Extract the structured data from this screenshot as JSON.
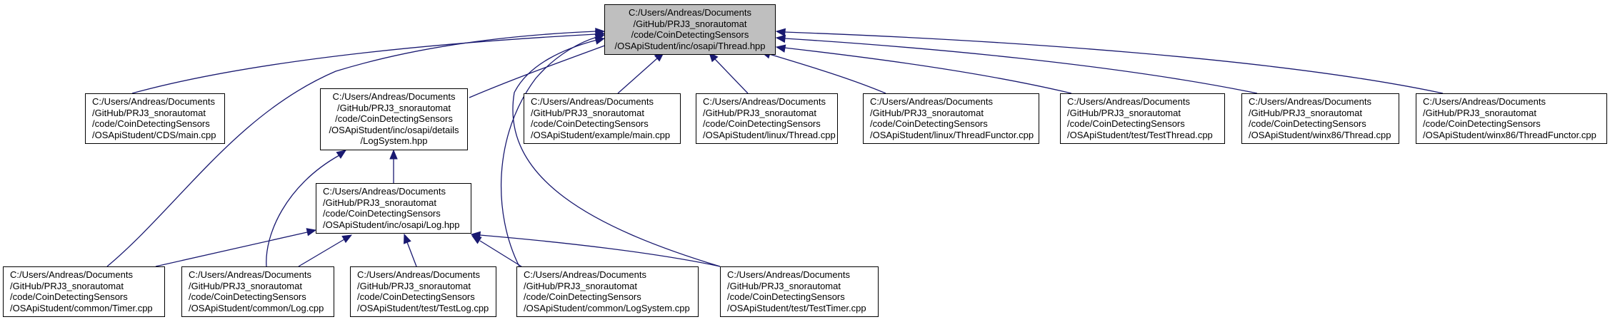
{
  "diagram": {
    "edge_color": "#191970",
    "root_fill": "#bfbfbf",
    "nodes": {
      "thread_hpp": [
        "C:/Users/Andreas/Documents",
        "/GitHub/PRJ3_snorautomat",
        "/code/CoinDetectingSensors",
        "/OSApiStudent/inc/osapi/Thread.hpp"
      ],
      "cds_main": [
        "C:/Users/Andreas/Documents",
        "/GitHub/PRJ3_snorautomat",
        "/code/CoinDetectingSensors",
        "/OSApiStudent/CDS/main.cpp"
      ],
      "logsystem_hpp": [
        "C:/Users/Andreas/Documents",
        "/GitHub/PRJ3_snorautomat",
        "/code/CoinDetectingSensors",
        "/OSApiStudent/inc/osapi/details",
        "/LogSystem.hpp"
      ],
      "example_main": [
        "C:/Users/Andreas/Documents",
        "/GitHub/PRJ3_snorautomat",
        "/code/CoinDetectingSensors",
        "/OSApiStudent/example/main.cpp"
      ],
      "linux_thread": [
        "C:/Users/Andreas/Documents",
        "/GitHub/PRJ3_snorautomat",
        "/code/CoinDetectingSensors",
        "/OSApiStudent/linux/Thread.cpp"
      ],
      "linux_threadfunctor": [
        "C:/Users/Andreas/Documents",
        "/GitHub/PRJ3_snorautomat",
        "/code/CoinDetectingSensors",
        "/OSApiStudent/linux/ThreadFunctor.cpp"
      ],
      "test_testthread": [
        "C:/Users/Andreas/Documents",
        "/GitHub/PRJ3_snorautomat",
        "/code/CoinDetectingSensors",
        "/OSApiStudent/test/TestThread.cpp"
      ],
      "winx86_thread": [
        "C:/Users/Andreas/Documents",
        "/GitHub/PRJ3_snorautomat",
        "/code/CoinDetectingSensors",
        "/OSApiStudent/winx86/Thread.cpp"
      ],
      "winx86_threadfunctor": [
        "C:/Users/Andreas/Documents",
        "/GitHub/PRJ3_snorautomat",
        "/code/CoinDetectingSensors",
        "/OSApiStudent/winx86/ThreadFunctor.cpp"
      ],
      "log_hpp": [
        "C:/Users/Andreas/Documents",
        "/GitHub/PRJ3_snorautomat",
        "/code/CoinDetectingSensors",
        "/OSApiStudent/inc/osapi/Log.hpp"
      ],
      "common_timer": [
        "C:/Users/Andreas/Documents",
        "/GitHub/PRJ3_snorautomat",
        "/code/CoinDetectingSensors",
        "/OSApiStudent/common/Timer.cpp"
      ],
      "common_log": [
        "C:/Users/Andreas/Documents",
        "/GitHub/PRJ3_snorautomat",
        "/code/CoinDetectingSensors",
        "/OSApiStudent/common/Log.cpp"
      ],
      "test_testlog": [
        "C:/Users/Andreas/Documents",
        "/GitHub/PRJ3_snorautomat",
        "/code/CoinDetectingSensors",
        "/OSApiStudent/test/TestLog.cpp"
      ],
      "common_logsystem": [
        "C:/Users/Andreas/Documents",
        "/GitHub/PRJ3_snorautomat",
        "/code/CoinDetectingSensors",
        "/OSApiStudent/common/LogSystem.cpp"
      ],
      "test_testtimer": [
        "C:/Users/Andreas/Documents",
        "/GitHub/PRJ3_snorautomat",
        "/code/CoinDetectingSensors",
        "/OSApiStudent/test/TestTimer.cpp"
      ]
    },
    "edges": [
      [
        "cds_main",
        "thread_hpp"
      ],
      [
        "logsystem_hpp",
        "thread_hpp"
      ],
      [
        "example_main",
        "thread_hpp"
      ],
      [
        "linux_thread",
        "thread_hpp"
      ],
      [
        "linux_threadfunctor",
        "thread_hpp"
      ],
      [
        "test_testthread",
        "thread_hpp"
      ],
      [
        "winx86_thread",
        "thread_hpp"
      ],
      [
        "winx86_threadfunctor",
        "thread_hpp"
      ],
      [
        "log_hpp",
        "thread_hpp"
      ],
      [
        "common_timer",
        "thread_hpp"
      ],
      [
        "test_testtimer",
        "thread_hpp"
      ],
      [
        "log_hpp",
        "logsystem_hpp"
      ],
      [
        "common_log",
        "logsystem_hpp"
      ],
      [
        "common_timer",
        "log_hpp"
      ],
      [
        "common_log",
        "log_hpp"
      ],
      [
        "test_testlog",
        "log_hpp"
      ],
      [
        "common_logsystem",
        "log_hpp"
      ],
      [
        "test_testtimer",
        "log_hpp"
      ]
    ]
  }
}
